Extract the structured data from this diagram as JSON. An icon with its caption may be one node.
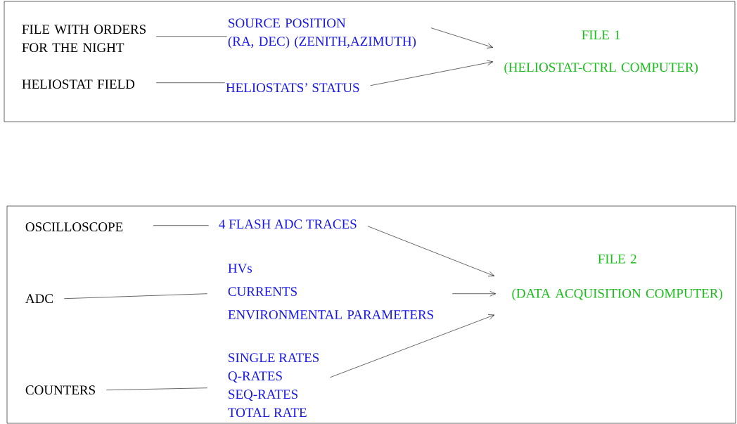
{
  "diagram": {
    "nodes": [
      {
        "text": [],
        "shape": "box"
      },
      {
        "text": [
          "FILE WITH ORDERS FOR THE NIGHT"
        ],
        "in": 0
      },
      {
        "text": [
          "HELIOSTAT FIELD"
        ],
        "in": 0
      },
      {
        "text": [
          "SOURCE POSITION",
          "(RA, DEC) (ZENITH,AZIMUTH)"
        ],
        "in": 0
      },
      {
        "text": [
          "HELIOSTATS’ STATUS"
        ],
        "in": 0
      },
      {
        "text": [
          "FILE 1",
          "(HELIOSTAT-CTRL COMPUTER)"
        ],
        "in": 0
      },
      {
        "text": [],
        "shape": "box"
      },
      {
        "text": [
          "OSCILLOSCOPE"
        ],
        "in": 6
      },
      {
        "text": [
          "ADC"
        ],
        "in": 6
      },
      {
        "text": [
          "COUNTERS"
        ],
        "in": 6
      },
      {
        "text": [
          "4 FLASH ADC TRACES"
        ],
        "in": 6
      },
      {
        "text": [
          "HVs",
          "CURRENTS",
          "ENVIRONMENTAL PARAMETERS"
        ],
        "in": 6
      },
      {
        "text": [
          "SINGLE RATES",
          "Q-RATES",
          "SEQ-RATES",
          "TOTAL RATE"
        ],
        "in": 6
      },
      {
        "text": [
          "FILE 2",
          "(DATA ACQUISITION COMPUTER)"
        ],
        "in": 6
      }
    ],
    "edges": [
      {
        "from": 1,
        "to": 3,
        "arrow": "none"
      },
      {
        "from": 2,
        "to": 4,
        "arrow": "none"
      },
      {
        "from": 3,
        "to": 5,
        "arrow": "to"
      },
      {
        "from": 4,
        "to": 5,
        "arrow": "to"
      },
      {
        "from": 7,
        "to": 10,
        "arrow": "none"
      },
      {
        "from": 8,
        "to": 11,
        "arrow": "none"
      },
      {
        "from": 9,
        "to": 12,
        "arrow": "none"
      },
      {
        "from": 10,
        "to": 13,
        "arrow": "to"
      },
      {
        "from": 11,
        "to": 13,
        "arrow": "to"
      },
      {
        "from": 12,
        "to": 13,
        "arrow": "to"
      }
    ]
  }
}
